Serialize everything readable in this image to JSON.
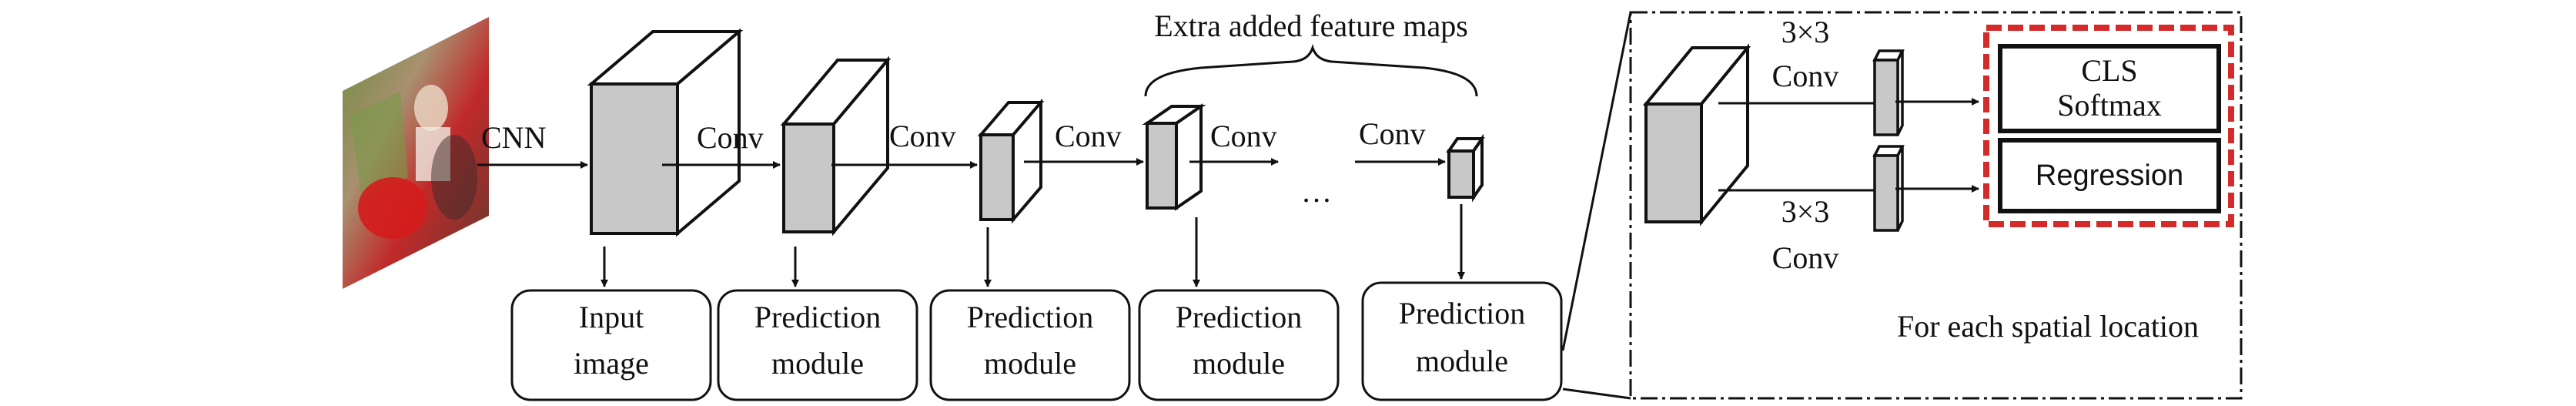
{
  "diagram": {
    "title": "Extra added feature maps",
    "edge_labels": {
      "cnn": "CNN",
      "conv1": "Conv",
      "conv2": "Conv",
      "conv3": "Conv",
      "conv4": "Conv",
      "conv5": "Conv",
      "ellipsis": "…"
    },
    "modules": [
      {
        "line1": "Input",
        "line2": "image"
      },
      {
        "line1": "Prediction",
        "line2": "module"
      },
      {
        "line1": "Prediction",
        "line2": "module"
      },
      {
        "line1": "Prediction",
        "line2": "module"
      },
      {
        "line1": "Prediction",
        "line2": "module"
      }
    ],
    "detail": {
      "top_conv_line1": "3×3",
      "top_conv_line2": "Conv",
      "bottom_conv_line1": "3×3",
      "bottom_conv_line2": "Conv",
      "cls_line1": "CLS",
      "cls_line2": "Softmax",
      "regression": "Regression",
      "caption": "For each spatial location"
    }
  },
  "colors": {
    "ink": "#111111",
    "box_face": "#c8c8c8",
    "box_side": "#ffffff",
    "highlight": "#d42a2a"
  }
}
